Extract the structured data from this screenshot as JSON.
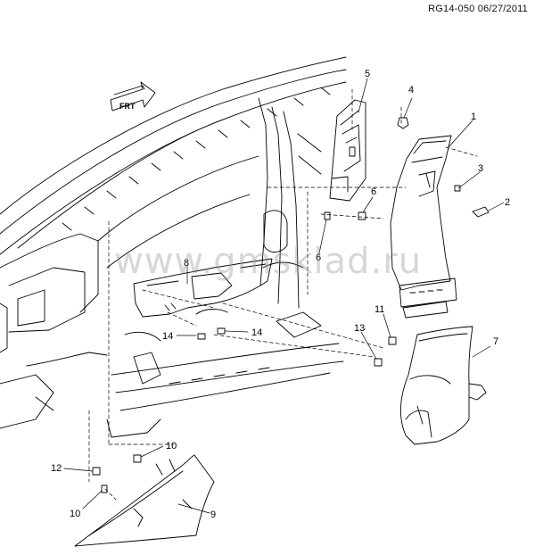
{
  "header": {
    "doc_id": "RG14-050 06/27/2011"
  },
  "watermark": {
    "text": "www.gmsklad.ru"
  },
  "orientation": {
    "label": "FRT"
  },
  "callouts": [
    {
      "key": "c1",
      "text": "1"
    },
    {
      "key": "c2",
      "text": "2"
    },
    {
      "key": "c3",
      "text": "3"
    },
    {
      "key": "c4",
      "text": "4"
    },
    {
      "key": "c5",
      "text": "5"
    },
    {
      "key": "c6a",
      "text": "6"
    },
    {
      "key": "c6b",
      "text": "6"
    },
    {
      "key": "c7",
      "text": "7"
    },
    {
      "key": "c8",
      "text": "8"
    },
    {
      "key": "c9",
      "text": "9"
    },
    {
      "key": "c10a",
      "text": "10"
    },
    {
      "key": "c10b",
      "text": "10"
    },
    {
      "key": "c11",
      "text": "11"
    },
    {
      "key": "c12",
      "text": "12"
    },
    {
      "key": "c13",
      "text": "13"
    },
    {
      "key": "c14a",
      "text": "14"
    },
    {
      "key": "c14b",
      "text": "14"
    }
  ]
}
